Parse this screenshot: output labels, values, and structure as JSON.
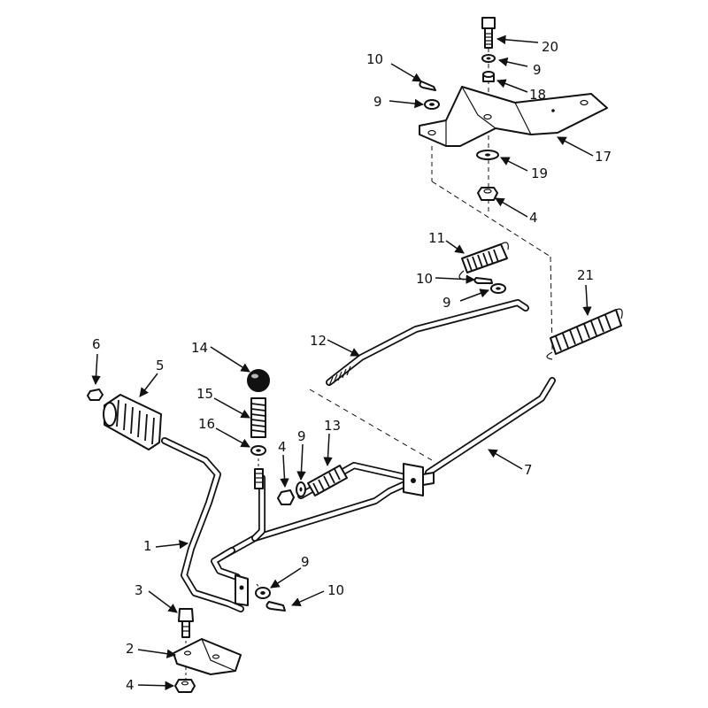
{
  "callouts": [
    {
      "id": "c20",
      "label": "20"
    },
    {
      "id": "c9a",
      "label": "9"
    },
    {
      "id": "c18",
      "label": "18"
    },
    {
      "id": "c10a",
      "label": "10"
    },
    {
      "id": "c9b",
      "label": "9"
    },
    {
      "id": "c17",
      "label": "17"
    },
    {
      "id": "c19",
      "label": "19"
    },
    {
      "id": "c4a",
      "label": "4"
    },
    {
      "id": "c11",
      "label": "11"
    },
    {
      "id": "c10b",
      "label": "10"
    },
    {
      "id": "c9c",
      "label": "9"
    },
    {
      "id": "c21",
      "label": "21"
    },
    {
      "id": "c12",
      "label": "12"
    },
    {
      "id": "c14",
      "label": "14"
    },
    {
      "id": "c6",
      "label": "6"
    },
    {
      "id": "c5",
      "label": "5"
    },
    {
      "id": "c15",
      "label": "15"
    },
    {
      "id": "c16",
      "label": "16"
    },
    {
      "id": "c4b",
      "label": "4"
    },
    {
      "id": "c9d",
      "label": "9"
    },
    {
      "id": "c13",
      "label": "13"
    },
    {
      "id": "c7",
      "label": "7"
    },
    {
      "id": "c1",
      "label": "1"
    },
    {
      "id": "c9e",
      "label": "9"
    },
    {
      "id": "c10c",
      "label": "10"
    },
    {
      "id": "c3",
      "label": "3"
    },
    {
      "id": "c2",
      "label": "2"
    },
    {
      "id": "c4c",
      "label": "4"
    }
  ]
}
